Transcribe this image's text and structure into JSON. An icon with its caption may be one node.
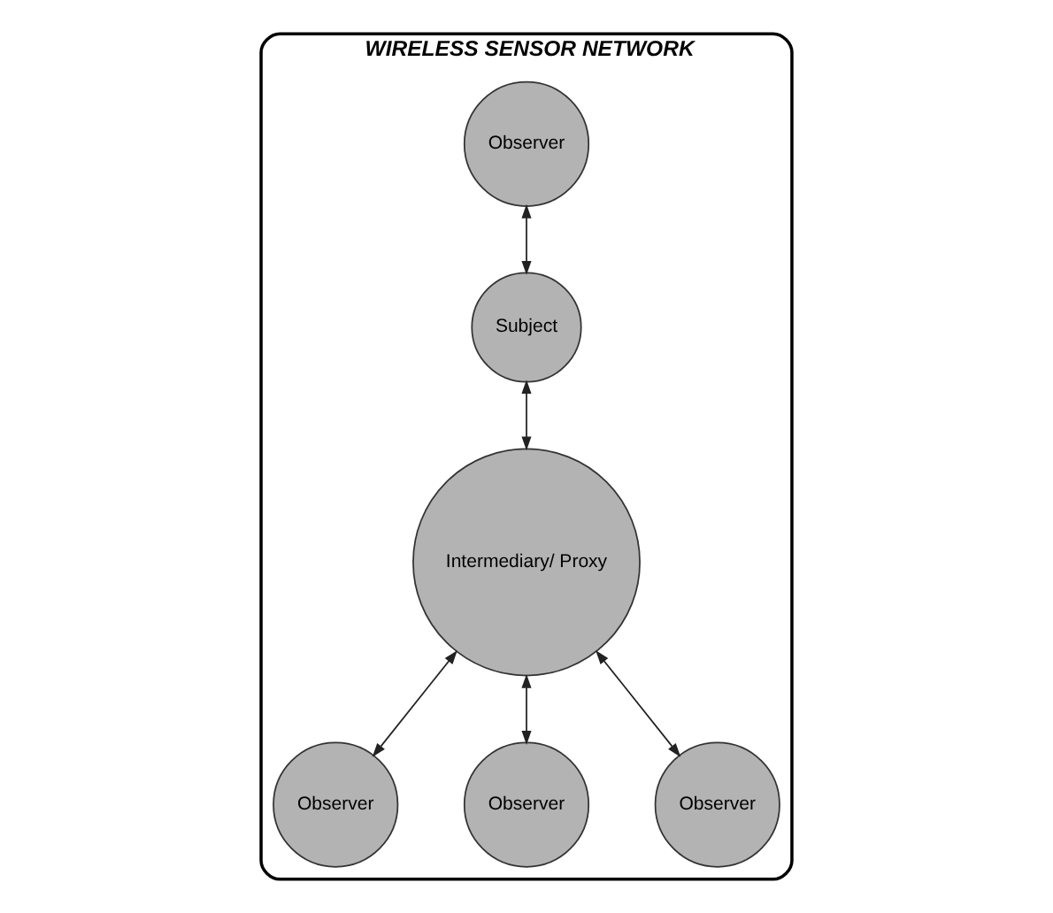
{
  "diagram": {
    "nodes": [
      {
        "text": [
          "WIRELESS SENSOR NETWORK"
        ]
      },
      {
        "text": [
          "Observer"
        ],
        "in": 0
      },
      {
        "text": [
          "Subject"
        ],
        "in": 0
      },
      {
        "text": [
          "Observer"
        ],
        "in": 0
      },
      {
        "text": [
          "Intermediary/ Proxy"
        ],
        "in": 0
      },
      {
        "text": [
          "Observer"
        ],
        "in": 0
      },
      {
        "text": [
          "Observer"
        ],
        "in": 0
      }
    ],
    "edges": [
      {
        "from": 1,
        "to": 2,
        "arrow": "both"
      },
      {
        "from": 2,
        "to": 4,
        "arrow": "both"
      },
      {
        "from": 4,
        "to": 3,
        "arrow": "both"
      },
      {
        "from": 4,
        "to": 5,
        "arrow": "both"
      },
      {
        "from": 4,
        "to": 6,
        "arrow": "both"
      }
    ]
  }
}
